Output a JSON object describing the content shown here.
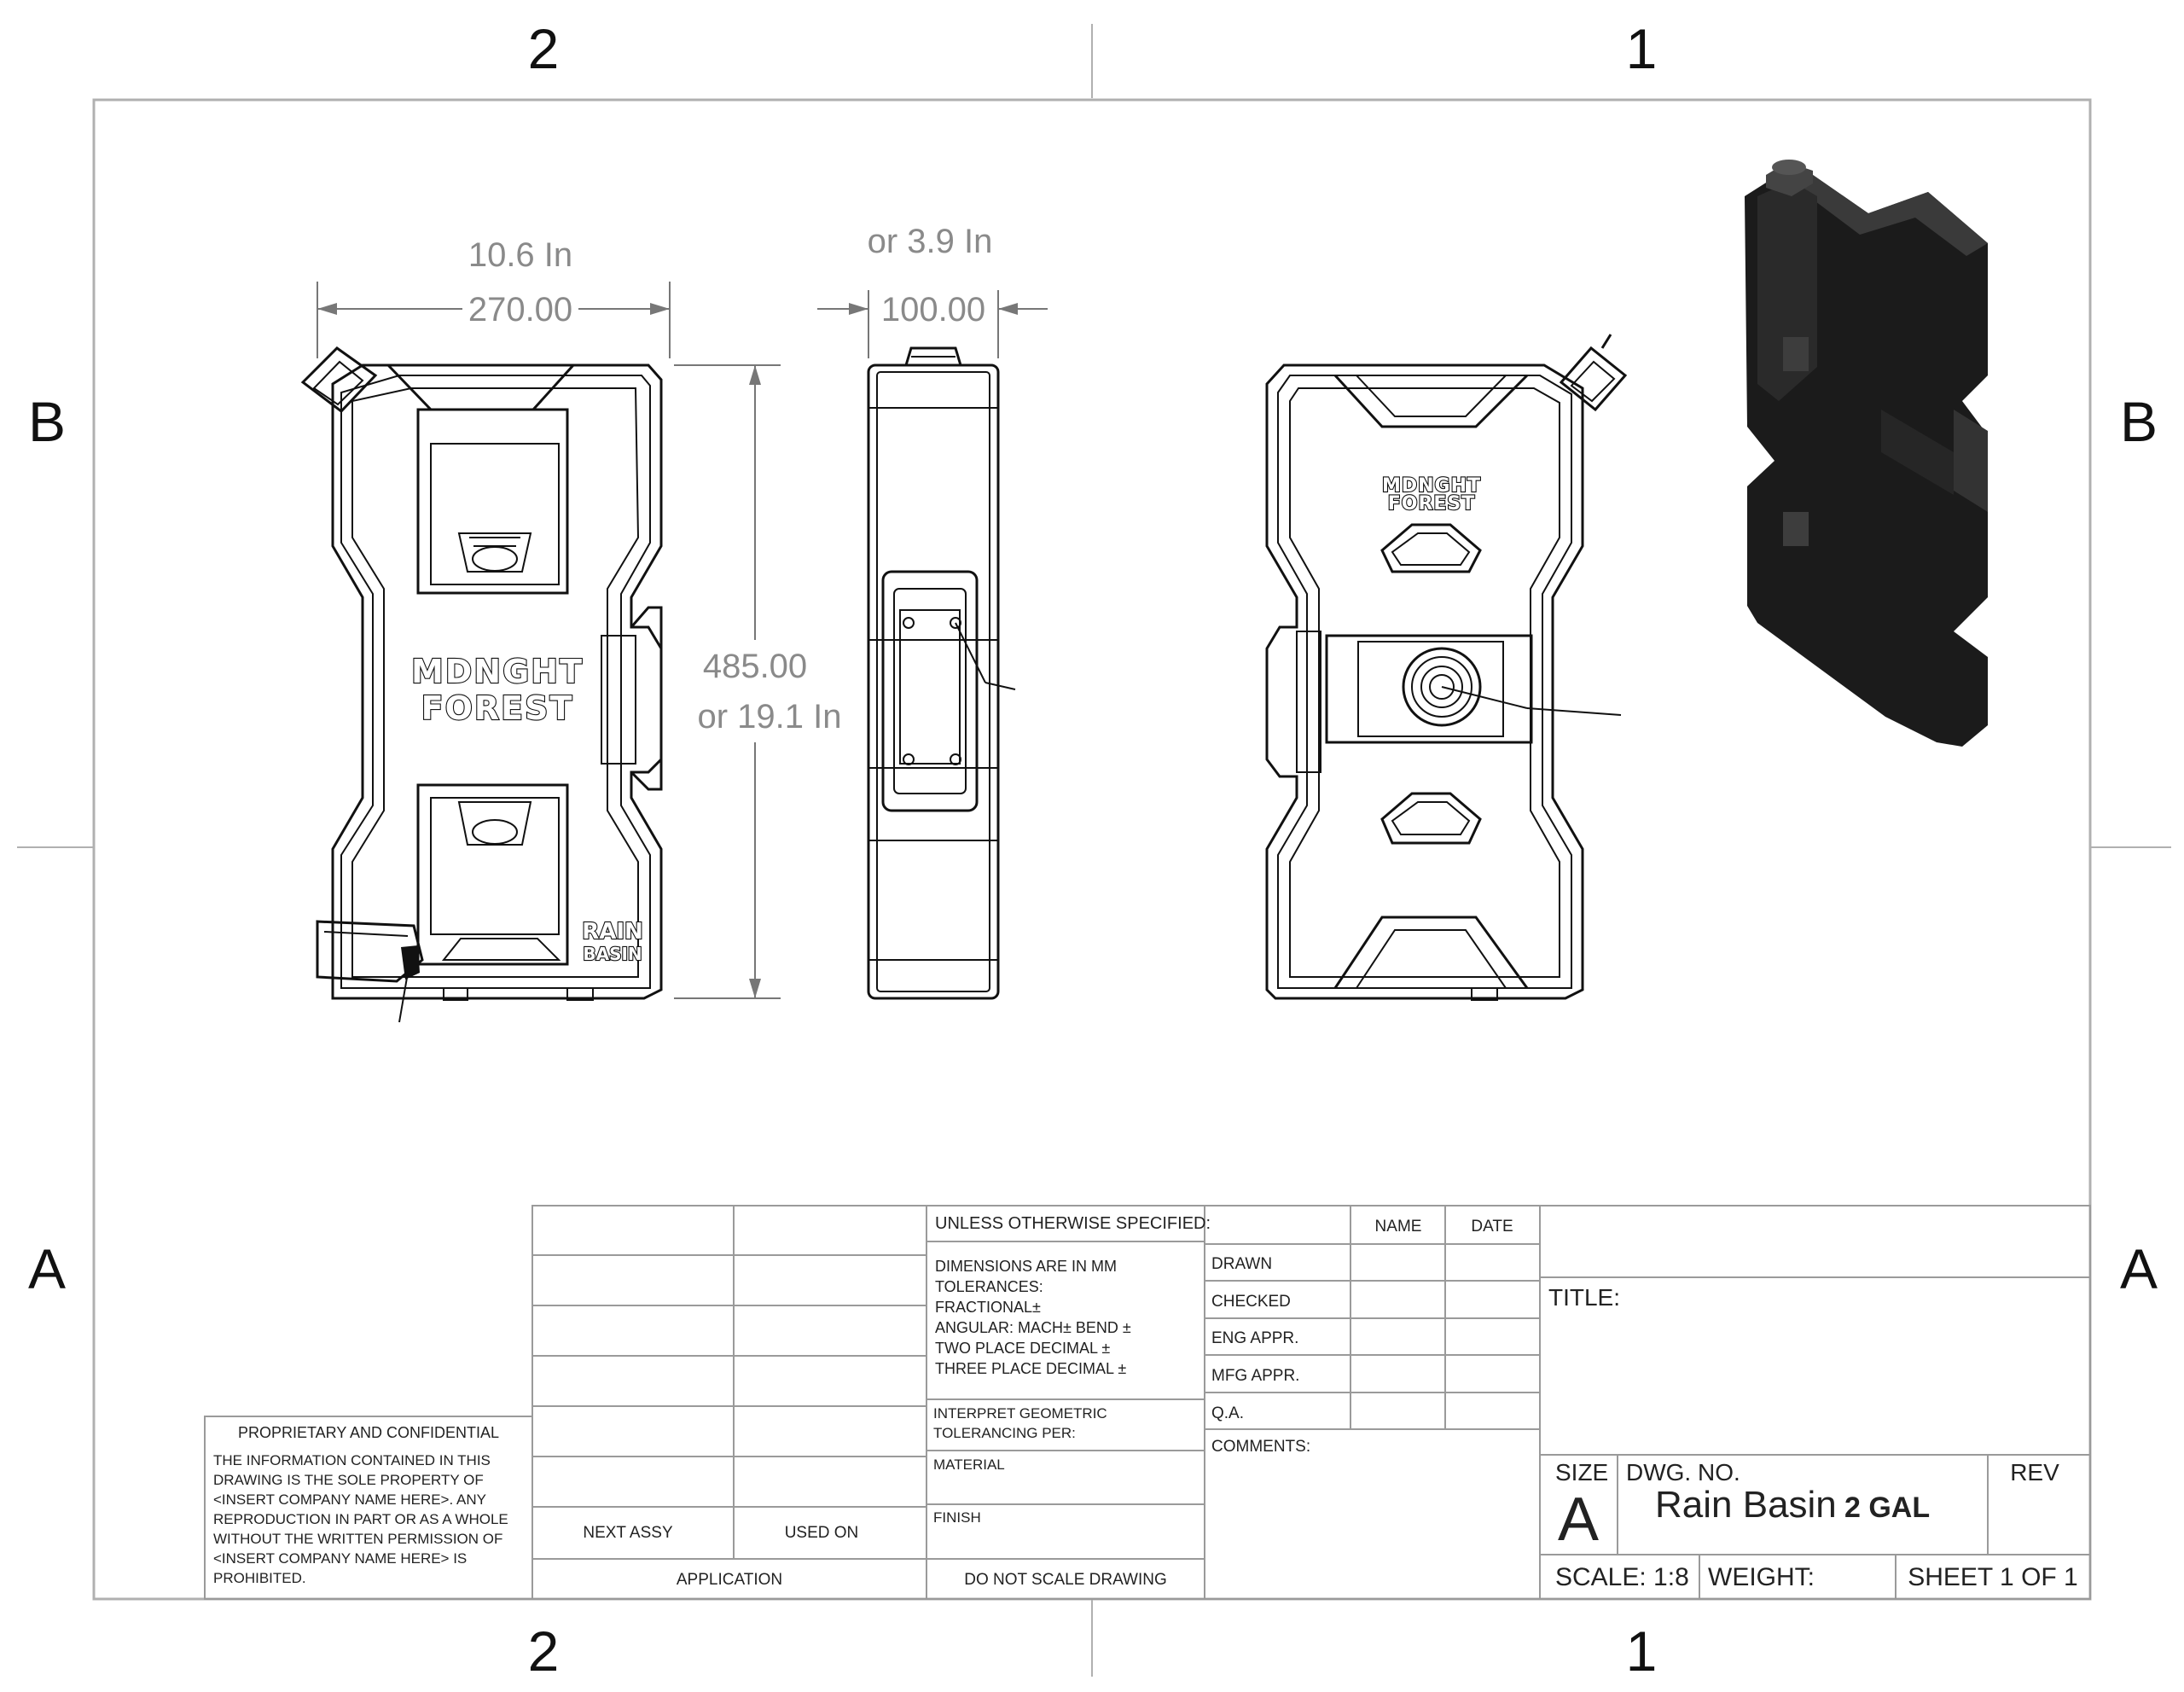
{
  "zones": {
    "top_left": "2",
    "top_right": "1",
    "bottom_left": "2",
    "bottom_right": "1",
    "left_upper": "B",
    "left_lower": "A",
    "right_upper": "B",
    "right_lower": "A"
  },
  "dimensions": {
    "width_in": "10.6 In",
    "width_mm": "270.00",
    "depth_in": "or 3.9 In",
    "depth_mm": "100.00",
    "height_mm": "485.00",
    "height_in": "or 19.1 In"
  },
  "brand": {
    "front_line1": "MDNGHT",
    "front_line2": "FOREST",
    "rear_line1": "MDNGHT",
    "rear_line2": "FOREST",
    "badge_line1": "RAIN",
    "badge_line2": "BASIN"
  },
  "proprietary": {
    "heading": "PROPRIETARY AND CONFIDENTIAL",
    "lines": [
      "THE INFORMATION CONTAINED IN THIS",
      "DRAWING IS THE SOLE PROPERTY OF",
      "<INSERT COMPANY NAME HERE>.  ANY",
      "REPRODUCTION IN PART OR AS A WHOLE",
      "WITHOUT THE WRITTEN PERMISSION OF",
      "<INSERT COMPANY NAME HERE> IS",
      "PROHIBITED."
    ]
  },
  "application": {
    "next_assy": "NEXT ASSY",
    "used_on": "USED ON",
    "label": "APPLICATION"
  },
  "tolerances": {
    "heading": "UNLESS OTHERWISE SPECIFIED:",
    "lines": [
      "DIMENSIONS ARE IN MM",
      "TOLERANCES:",
      "FRACTIONAL±",
      "ANGULAR: MACH±     BEND ±",
      "TWO PLACE DECIMAL    ±",
      "THREE PLACE DECIMAL  ±"
    ],
    "interpret_1": "INTERPRET GEOMETRIC",
    "interpret_2": "TOLERANCING PER:",
    "material": "MATERIAL",
    "finish": "FINISH",
    "do_not_scale": "DO NOT SCALE DRAWING"
  },
  "approvals": {
    "name_header": "NAME",
    "date_header": "DATE",
    "rows": [
      "DRAWN",
      "CHECKED",
      "ENG APPR.",
      "MFG APPR.",
      "Q.A."
    ],
    "comments": "COMMENTS:"
  },
  "title_block": {
    "title_label": "TITLE:",
    "size_label": "SIZE",
    "size_value": "A",
    "dwg_no_label": "DWG.  NO.",
    "dwg_no_value": "Rain Basin",
    "dwg_no_suffix": "2 GAL",
    "rev_label": "REV",
    "scale": "SCALE: 1:8",
    "weight": "WEIGHT:",
    "sheet": "SHEET 1 OF 1"
  }
}
